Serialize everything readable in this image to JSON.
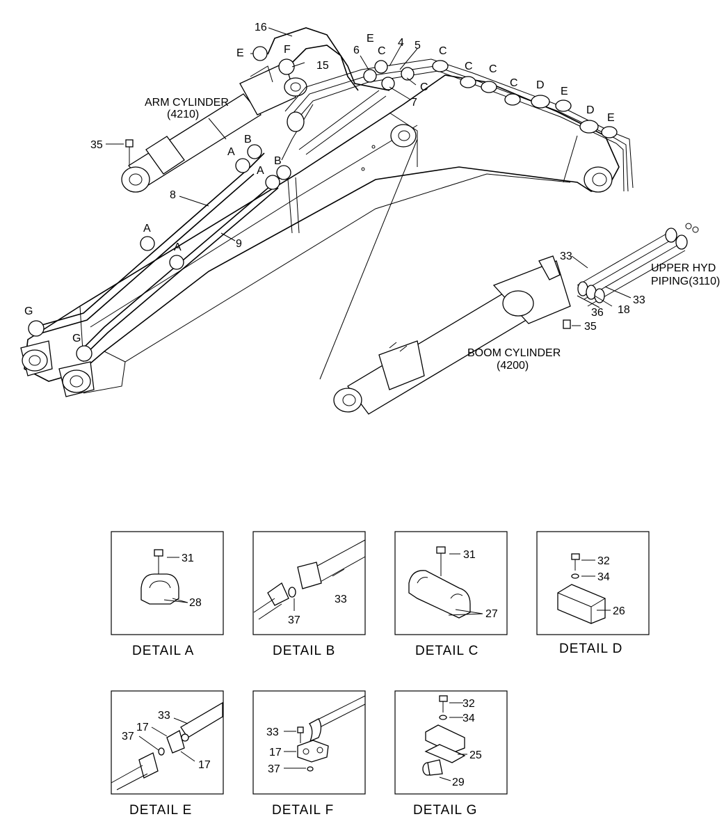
{
  "main_view": {
    "arm_cylinder": {
      "name": "ARM CYLINDER",
      "code": "(4210)"
    },
    "boom_cylinder": {
      "name": "BOOM CYLINDER",
      "code": "(4200)"
    },
    "upper_hyd_piping": {
      "line1": "UPPER HYD",
      "line2": "PIPING(3110)"
    },
    "callouts": {
      "p16": "16",
      "p15": "15",
      "p6": "6",
      "p4": "4",
      "p5": "5",
      "p7": "7",
      "p8": "8",
      "p9": "9",
      "p35a": "35",
      "p35b": "35",
      "p33a": "33",
      "p33b": "33",
      "p36": "36",
      "p18": "18"
    },
    "detail_refs": {
      "E1": "E",
      "F1": "F",
      "E2": "E",
      "C1": "C",
      "C2": "C",
      "C3": "C",
      "C4": "C",
      "C5": "C",
      "C6": "C",
      "D1": "D",
      "E3": "E",
      "D2": "D",
      "E4": "E",
      "A1": "A",
      "B1": "B",
      "A2": "A",
      "B2": "B",
      "A3": "A",
      "A4": "A",
      "G1": "G",
      "G2": "G"
    }
  },
  "details": {
    "A": {
      "caption": "DETAIL  A",
      "callouts": [
        "31",
        "28"
      ]
    },
    "B": {
      "caption": "DETAIL  B",
      "callouts": [
        "33",
        "37"
      ]
    },
    "C": {
      "caption": "DETAIL  C",
      "callouts": [
        "31",
        "27"
      ]
    },
    "D": {
      "caption": "DETAIL  D",
      "callouts": [
        "32",
        "34",
        "26"
      ]
    },
    "E": {
      "caption": "DETAIL  E",
      "callouts": [
        "33",
        "17",
        "37",
        "17"
      ]
    },
    "F": {
      "caption": "DETAIL  F",
      "callouts": [
        "33",
        "17",
        "37"
      ]
    },
    "G": {
      "caption": "DETAIL  G",
      "callouts": [
        "32",
        "34",
        "25",
        "29"
      ]
    }
  }
}
